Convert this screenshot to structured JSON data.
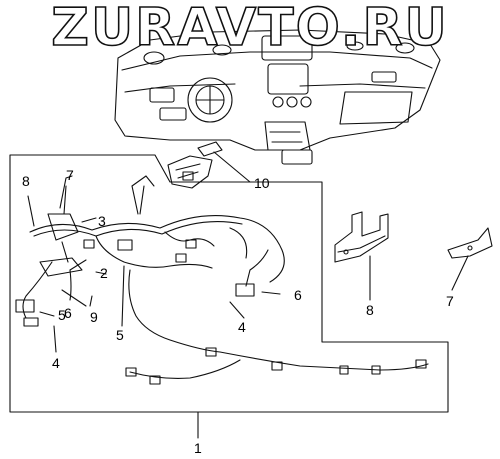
{
  "watermark": "ZURAVTO.RU",
  "callouts": {
    "c1": "1",
    "c2": "2",
    "c3": "3",
    "c4a": "4",
    "c4b": "4",
    "c5a": "5",
    "c5b": "5",
    "c6a": "6",
    "c6b": "6",
    "c7a": "7",
    "c7b": "7",
    "c8a": "8",
    "c8b": "8",
    "c9": "9",
    "c10": "10"
  },
  "icons": {
    "dashboard": "dashboard-assembly-icon",
    "harness": "wiring-harness-icon",
    "bracket8": "mounting-bracket-icon",
    "bracket7": "small-bracket-icon",
    "module10": "control-module-icon"
  }
}
